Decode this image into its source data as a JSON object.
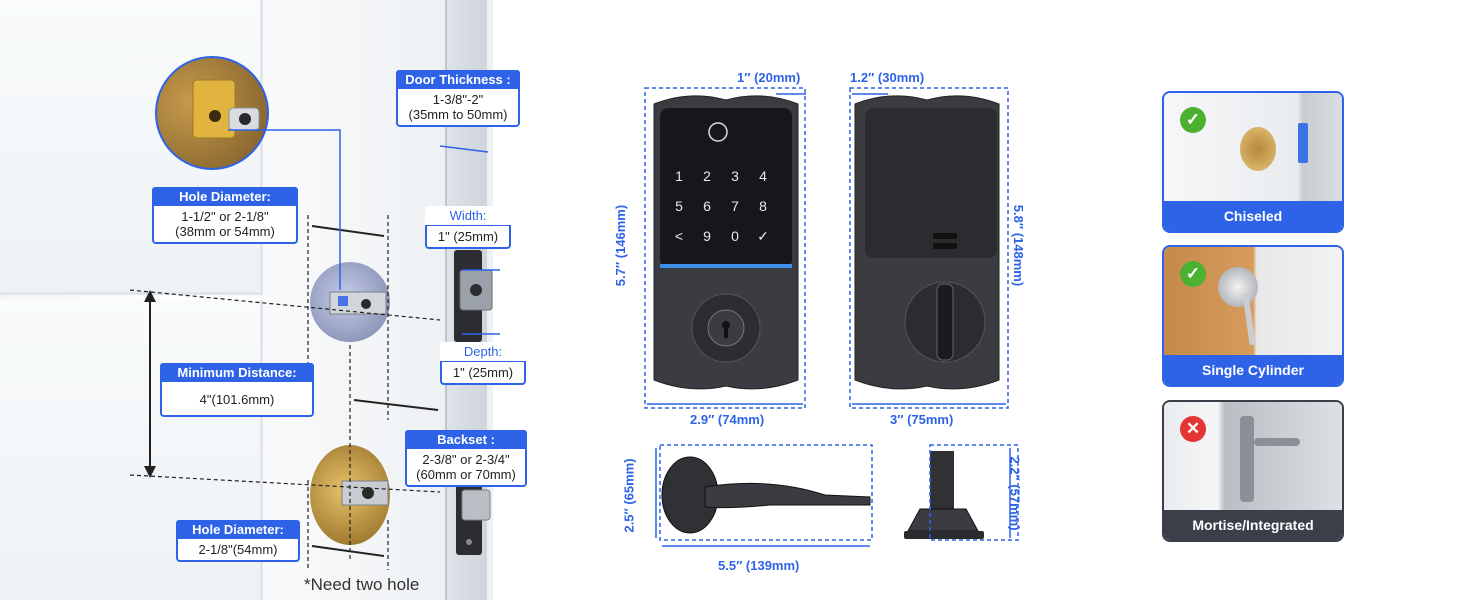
{
  "door_install": {
    "door_thickness": {
      "title": "Door Thickness :",
      "line1": "1-3/8\"-2\"",
      "line2": "(35mm to 50mm)"
    },
    "hole_diameter_top": {
      "title": "Hole Diameter:",
      "line1": "1-1/2\" or 2-1/8\"",
      "line2": "(38mm or 54mm)"
    },
    "width": {
      "title": "Width:",
      "value": "1\" (25mm)"
    },
    "depth": {
      "title": "Depth:",
      "value": "1\" (25mm)"
    },
    "minimum_distance": {
      "title": "Minimum Distance:",
      "value": "4\"(101.6mm)"
    },
    "backset": {
      "title": "Backset :",
      "line1": "2-3/8\" or 2-3/4\"",
      "line2": "(60mm or 70mm)"
    },
    "hole_diameter_bottom": {
      "title": "Hole Diameter:",
      "value": "2-1/8\"(54mm)"
    },
    "note": "*Need two hole"
  },
  "lock_dimensions": {
    "front_top_width": "1″ (20mm)",
    "back_top_width": "1.2″ (30mm)",
    "front_height": "5.7″ (146mm)",
    "back_height": "5.8″ (148mm)",
    "front_width": "2.9″ (74mm)",
    "back_width": "3″ (75mm)",
    "lever_height": "2.5″ (65mm)",
    "lever_length": "5.5″ (139mm)",
    "spindle_height": "2.2″ (57mm)"
  },
  "keypad": {
    "keys": [
      "1",
      "2",
      "3",
      "4",
      "5",
      "6",
      "7",
      "8",
      "<",
      "9",
      "0",
      "✓"
    ]
  },
  "door_types": [
    {
      "label": "Chiseled",
      "status": "check-icon",
      "mark": "✓"
    },
    {
      "label": "Single Cylinder",
      "status": "check-icon",
      "mark": "✓"
    },
    {
      "label": "Mortise/Integrated",
      "status": "cross-icon",
      "mark": "✕"
    }
  ],
  "colors": {
    "accent": "#2e63e8",
    "ok": "#4cb030",
    "bad": "#e53434",
    "dark": "#3a3f4a"
  }
}
